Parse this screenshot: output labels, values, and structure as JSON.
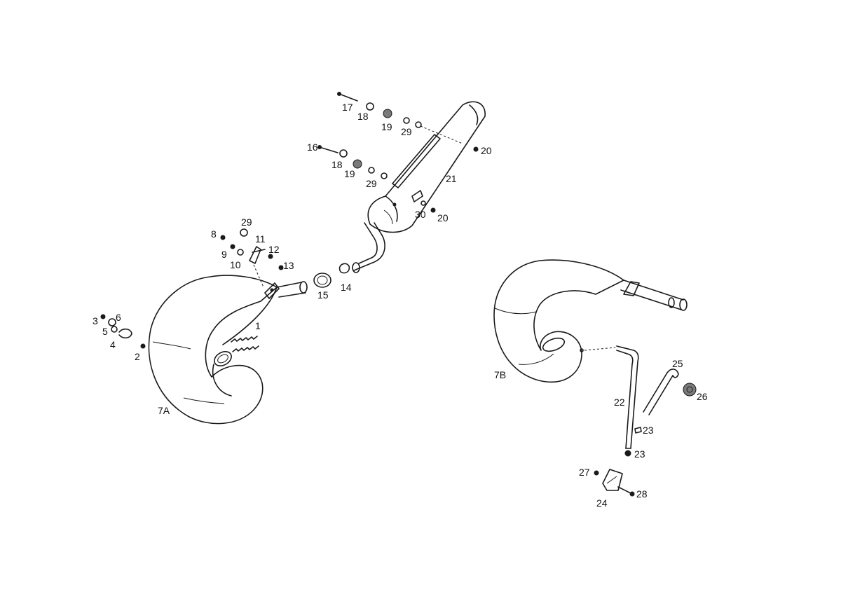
{
  "labels": {
    "p1": "1",
    "p2": "2",
    "p3": "3",
    "p4": "4",
    "p5": "5",
    "p6": "6",
    "p7a": "7A",
    "p7b": "7B",
    "p8": "8",
    "p9": "9",
    "p10": "10",
    "p11": "11",
    "p12": "12",
    "p13": "13",
    "p14": "14",
    "p15": "15",
    "p16": "16",
    "p17": "17",
    "p18a": "18",
    "p18b": "18",
    "p19a": "19",
    "p19b": "19",
    "p20a": "20",
    "p20b": "20",
    "p21": "21",
    "p22": "22",
    "p23a": "23",
    "p23b": "23",
    "p24": "24",
    "p25": "25",
    "p26": "26",
    "p27": "27",
    "p28": "28",
    "p29a": "29",
    "p29b": "29",
    "p29c": "29",
    "p30": "30"
  }
}
